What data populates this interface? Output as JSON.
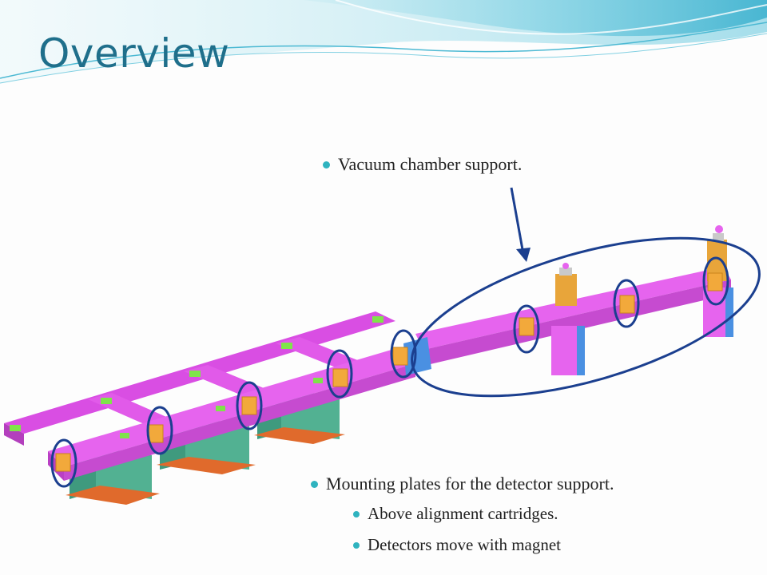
{
  "slide": {
    "title": "Overview",
    "bullets": [
      "Vacuum chamber support.",
      "Mounting plates for the detector support."
    ],
    "sub_bullets": [
      "Above alignment cartridges.",
      "Detectors move with magnet"
    ]
  },
  "colors": {
    "title": "#1f6f8b",
    "bullet_dot": "#2fb3bf",
    "beam": "#e05ae8",
    "beam_dark": "#b93fc4",
    "plate": "#f2a93b",
    "stand": "#4aa88a",
    "callout": "#1b3f8f",
    "wave": "#5ec6dc"
  }
}
